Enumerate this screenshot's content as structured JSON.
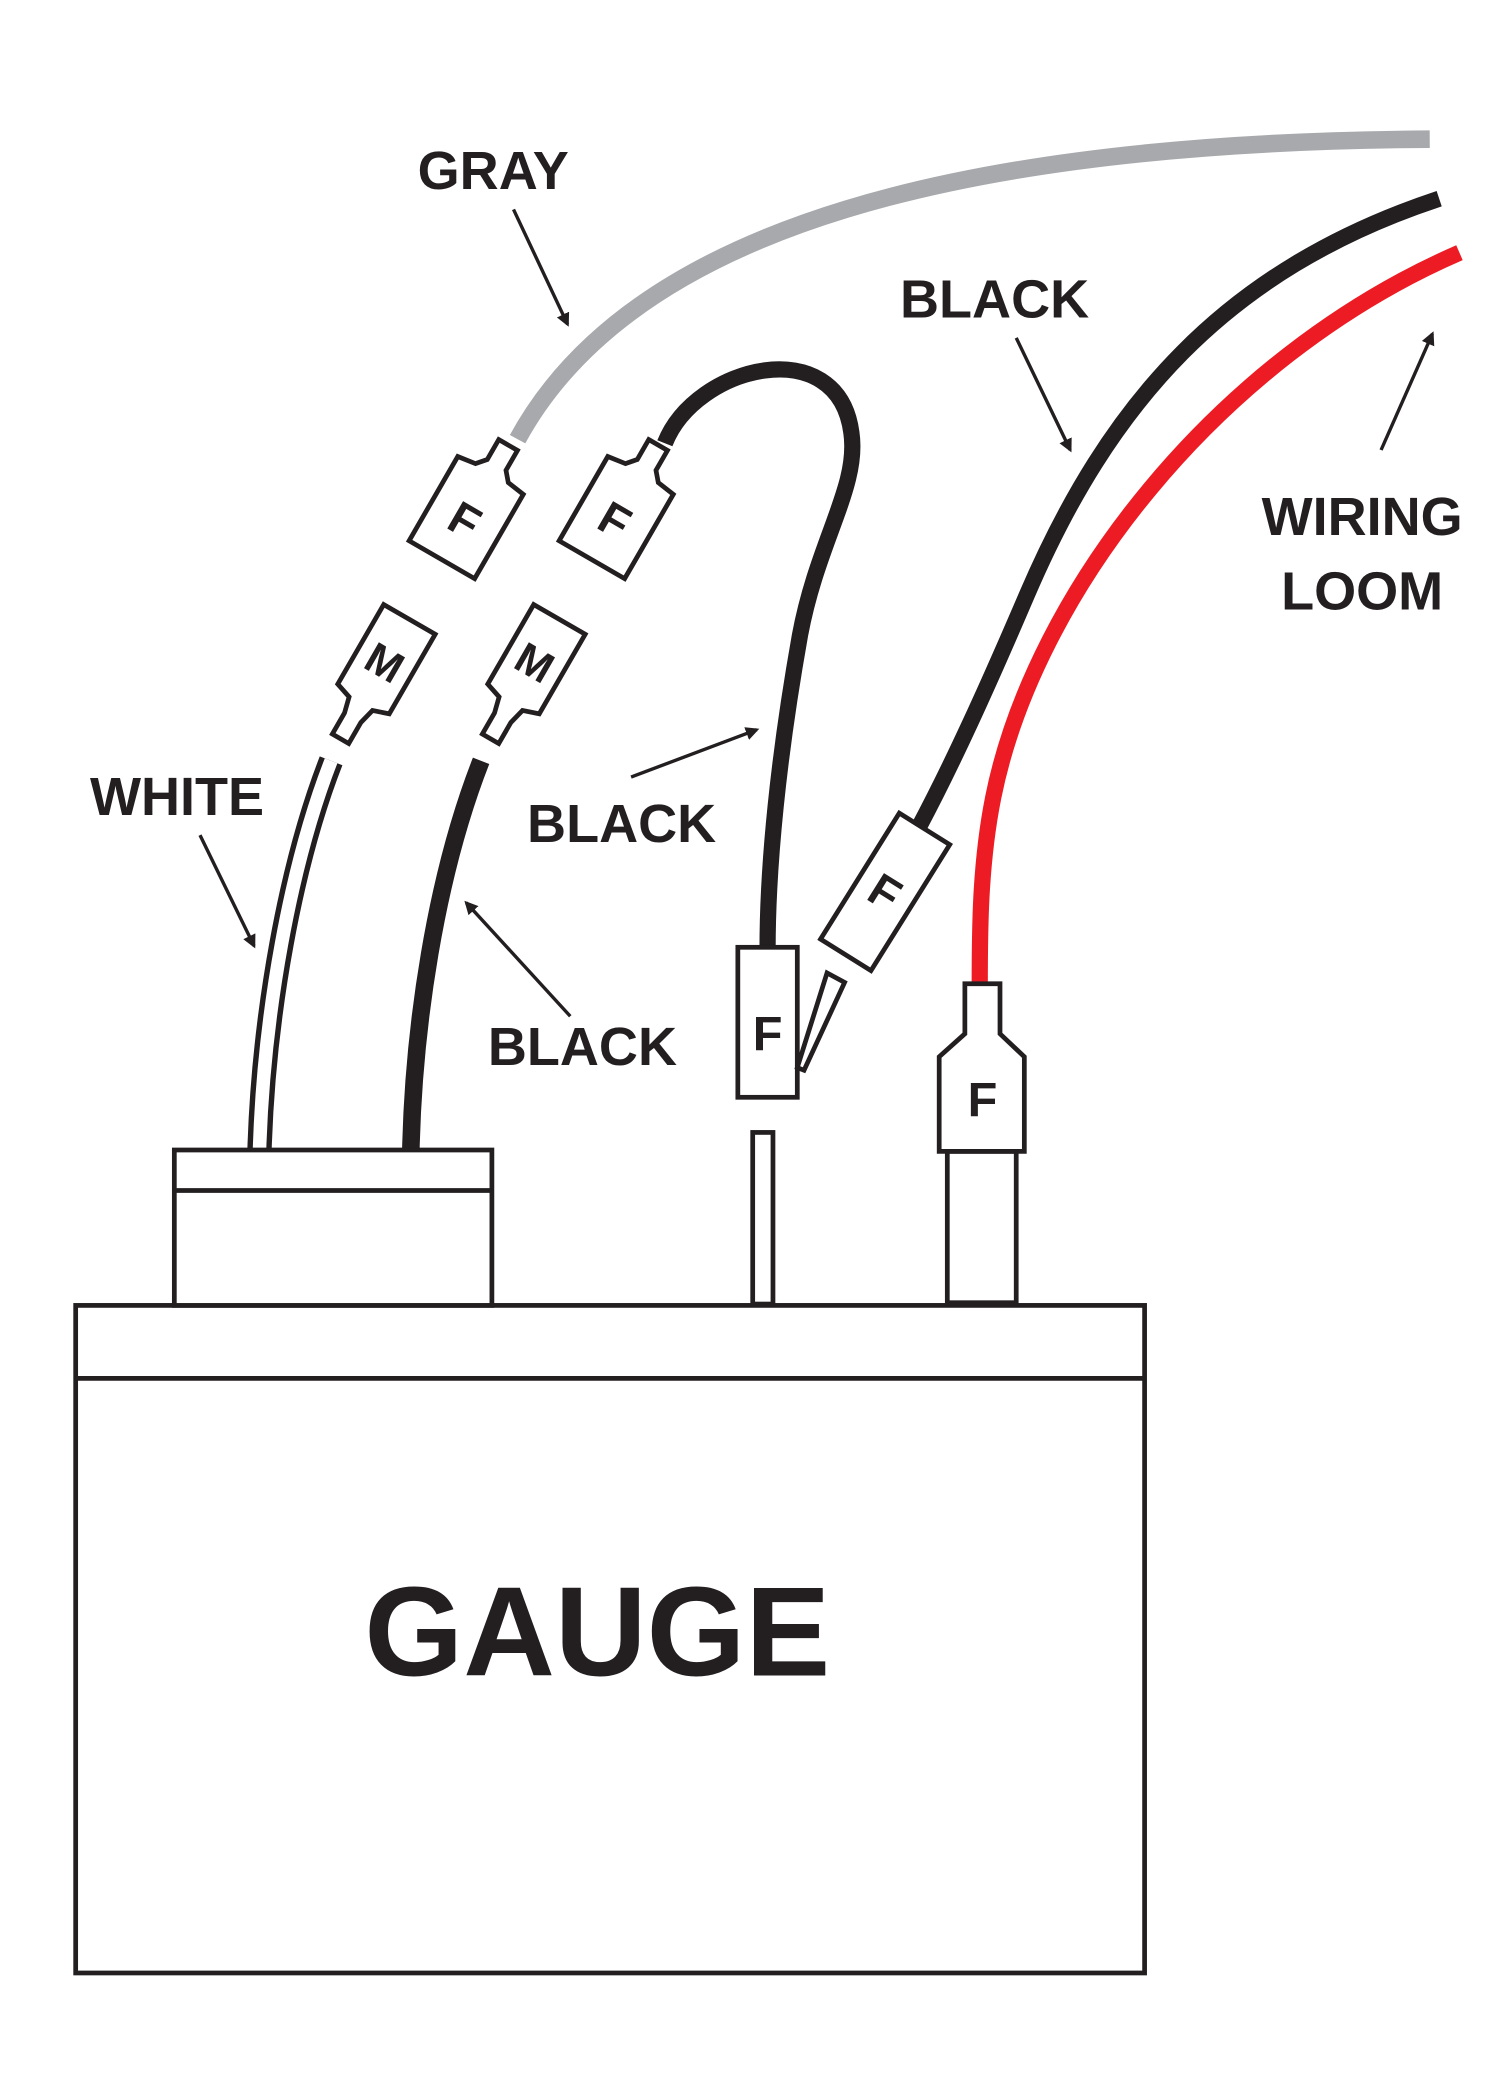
{
  "title": "Gauge wiring diagram",
  "colors": {
    "gray_wire": "#a7a9ac",
    "black_wire": "#231f20",
    "red_wire": "#ed1c24",
    "white_wire": "#ffffff"
  },
  "labels": {
    "gray": "GRAY",
    "white": "WHITE",
    "black_upper": "BLACK",
    "black_lower": "BLACK",
    "black_loom": "BLACK",
    "wiring": "WIRING",
    "loom": "LOOM",
    "gauge": "GAUGE"
  },
  "connectors": {
    "female": "F",
    "male": "M"
  }
}
